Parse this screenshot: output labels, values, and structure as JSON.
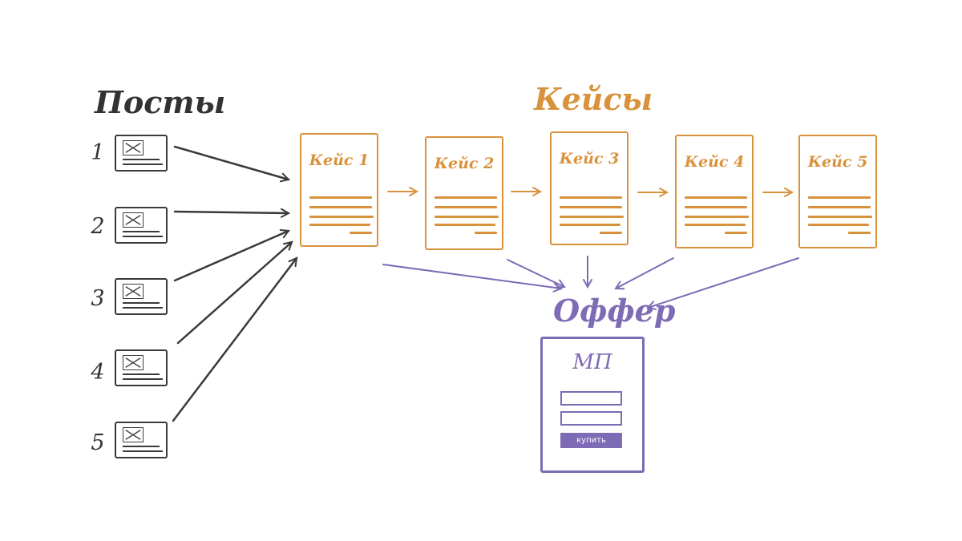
{
  "colors": {
    "ink": "#3a3a3a",
    "cases": "#d9923c",
    "offer": "#7e6bb5"
  },
  "posts": {
    "title": "Посты",
    "items": [
      {
        "number": "1",
        "icon": "post-thumbnail-icon"
      },
      {
        "number": "2",
        "icon": "post-thumbnail-icon"
      },
      {
        "number": "3",
        "icon": "post-thumbnail-icon"
      },
      {
        "number": "4",
        "icon": "post-thumbnail-icon"
      },
      {
        "number": "5",
        "icon": "post-thumbnail-icon"
      }
    ]
  },
  "cases": {
    "title": "Кейсы",
    "items": [
      {
        "label": "Кейс 1"
      },
      {
        "label": "Кейс 2"
      },
      {
        "label": "Кейс 3"
      },
      {
        "label": "Кейс 4"
      },
      {
        "label": "Кейс 5"
      }
    ]
  },
  "offer": {
    "title": "Оффер",
    "page_label": "МП",
    "buy_button": "купить"
  }
}
